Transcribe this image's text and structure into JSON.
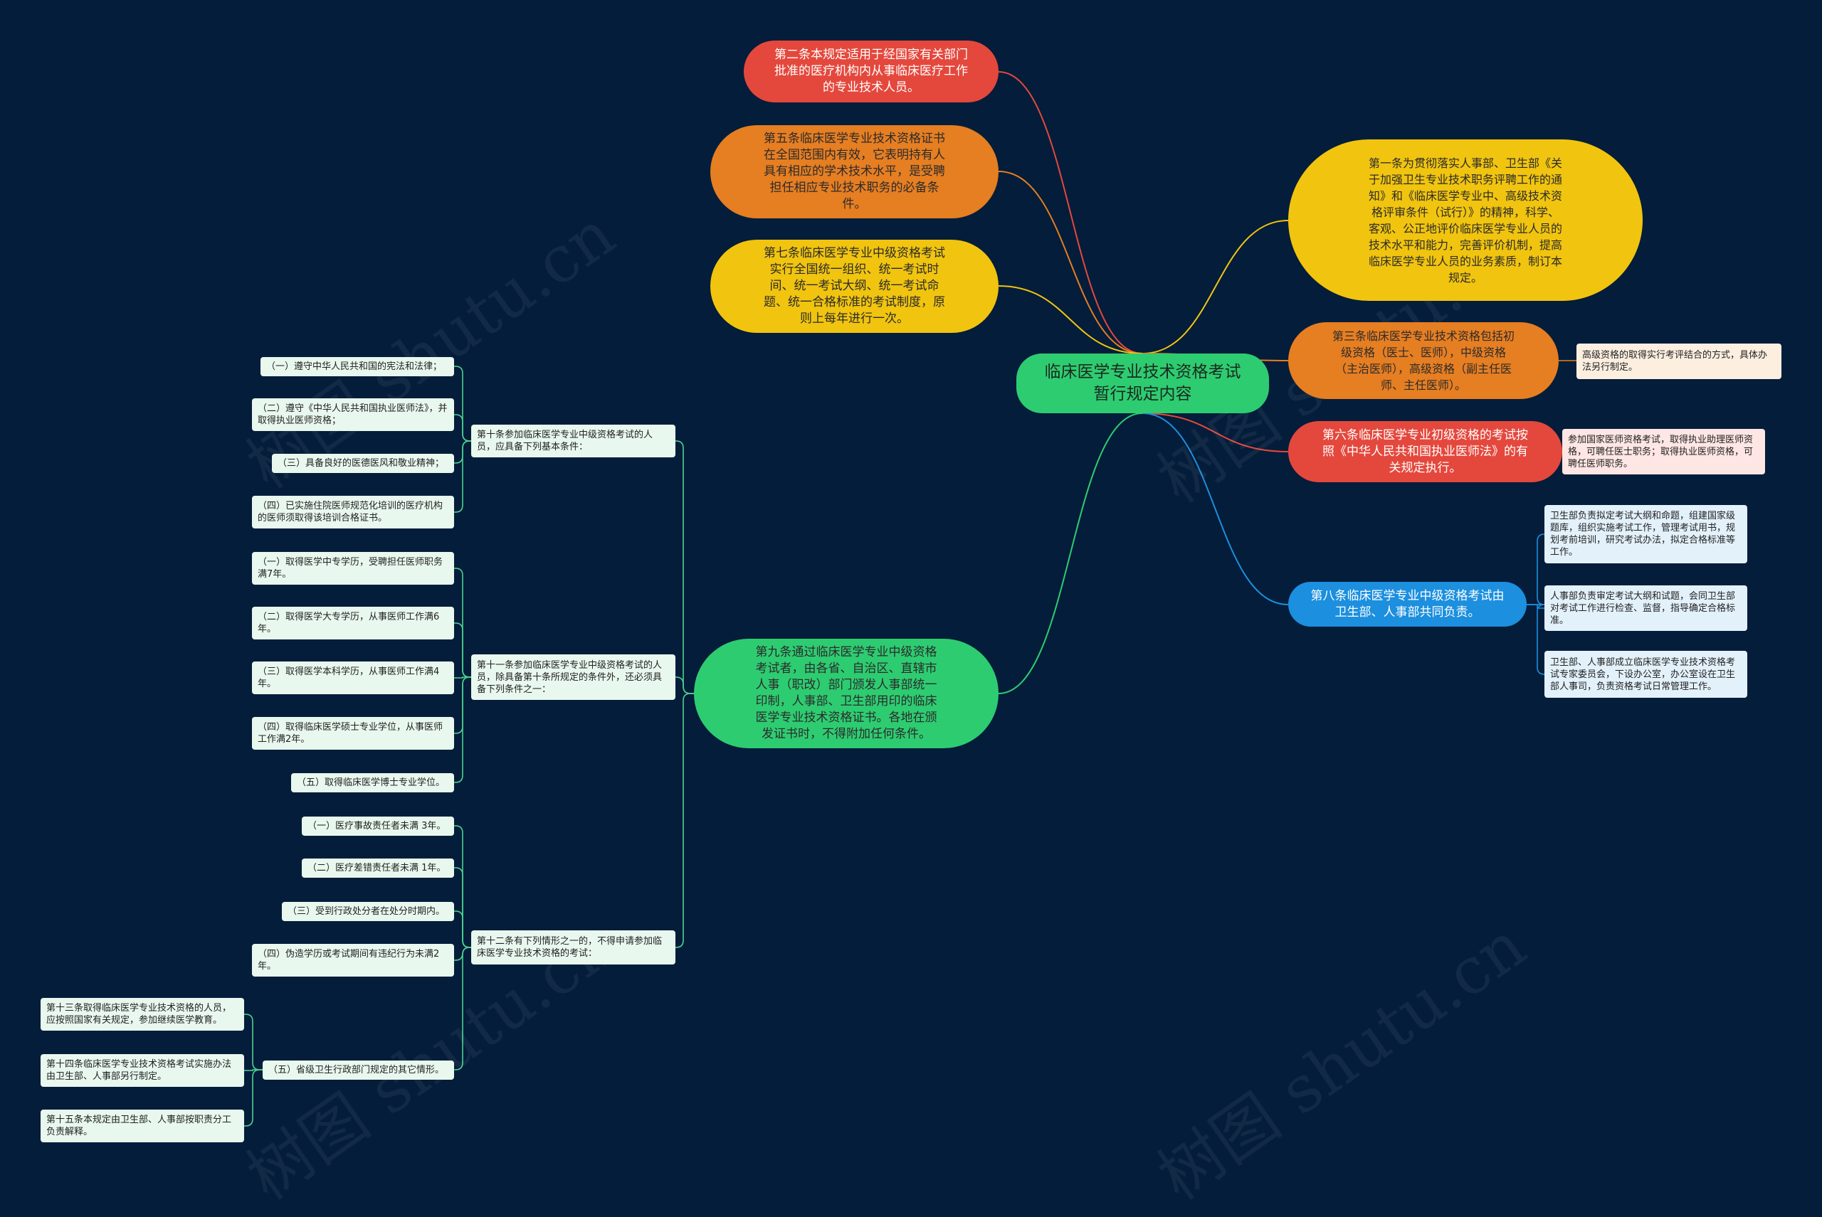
{
  "colors": {
    "background": "#041d3a",
    "red": "#e4483d",
    "orange": "#e67e22",
    "yellow": "#f1c40f",
    "green": "#2ecc71",
    "blue": "#1c8fde",
    "link_green": "#4cd38f"
  },
  "watermark": "树图 shutu.cn",
  "root": {
    "text": "临床医学专业技术资格考试暂行规定内容"
  },
  "right": {
    "art1": "第一条为贯彻落实人事部、卫生部《关于加强卫生专业技术职务评聘工作的通知》和《临床医学专业中、高级技术资格评审条件（试行）》的精神，科学、客观、公正地评价临床医学专业人员的技术水平和能力，完善评价机制，提高临床医学专业人员的业务素质，制订本规定。",
    "art3": "第三条临床医学专业技术资格包括初级资格（医士、医师），中级资格（主治医师），高级资格（副主任医师、主任医师）。",
    "art3_note": "高级资格的取得实行考评结合的方式，具体办法另行制定。",
    "art6": "第六条临床医学专业初级资格的考试按照《中华人民共和国执业医师法》的有关规定执行。",
    "art6_note": "参加国家医师资格考试，取得执业助理医师资格，可聘任医士职务；取得执业医师资格，可聘任医师职务。",
    "art8": "第八条临床医学专业中级资格考试由卫生部、人事部共同负责。",
    "art8_notes": [
      "卫生部负责拟定考试大纲和命题，组建国家级题库，组织实施考试工作，管理考试用书，规划考前培训，研究考试办法，拟定合格标准等工作。",
      "人事部负责审定考试大纲和试题，会同卫生部对考试工作进行检查、监督，指导确定合格标准。",
      "卫生部、人事部成立临床医学专业技术资格考试专家委员会，下设办公室，办公室设在卫生部人事司，负责资格考试日常管理工作。"
    ]
  },
  "left": {
    "art2": "第二条本规定适用于经国家有关部门批准的医疗机构内从事临床医疗工作的专业技术人员。",
    "art5": "第五条临床医学专业技术资格证书在全国范围内有效，它表明持有人具有相应的学术技术水平，是受聘担任相应专业技术职务的必备条件。",
    "art7": "第七条临床医学专业中级资格考试实行全国统一组织、统一考试时间、统一考试大纲、统一考试命题、统一合格标准的考试制度，原则上每年进行一次。",
    "art9": "第九条通过临床医学专业中级资格考试者，由各省、自治区、直辖市人事（职改）部门颁发人事部统一印制，人事部、卫生部用印的临床医学专业技术资格证书。各地在颁发证书时，不得附加任何条件。",
    "art10": "第十条参加临床医学专业中级资格考试的人员，应具备下列基本条件：",
    "art10_items": [
      "（一）遵守中华人民共和国的宪法和法律；",
      "（二）遵守《中华人民共和国执业医师法》，并取得执业医师资格；",
      "（三）具备良好的医德医风和敬业精神；",
      "（四）已实施住院医师规范化培训的医疗机构的医师须取得该培训合格证书。"
    ],
    "art11": "第十一条参加临床医学专业中级资格考试的人员，除具备第十条所规定的条件外，还必须具备下列条件之一：",
    "art11_items": [
      "（一）取得医学中专学历，受聘担任医师职务满7年。",
      "（二）取得医学大专学历，从事医师工作满6年。",
      "（三）取得医学本科学历，从事医师工作满4年。",
      "（四）取得临床医学硕士专业学位，从事医师工作满2年。",
      "（五）取得临床医学博士专业学位。"
    ],
    "art12": "第十二条有下列情形之一的，不得申请参加临床医学专业技术资格的考试：",
    "art12_items": [
      "（一）医疗事故责任者未满 3年。",
      "（二）医疗差错责任者未满 1年。",
      "（三）受到行政处分者在处分时期内。",
      "（四）伪造学历或考试期间有违纪行为未满2年。",
      "（五）省级卫生行政部门规定的其它情形。"
    ],
    "art12_5_children": [
      "第十三条取得临床医学专业技术资格的人员，应按照国家有关规定，参加继续医学教育。",
      "第十四条临床医学专业技术资格考试实施办法由卫生部、人事部另行制定。",
      "第十五条本规定由卫生部、人事部按职责分工负责解释。"
    ]
  }
}
